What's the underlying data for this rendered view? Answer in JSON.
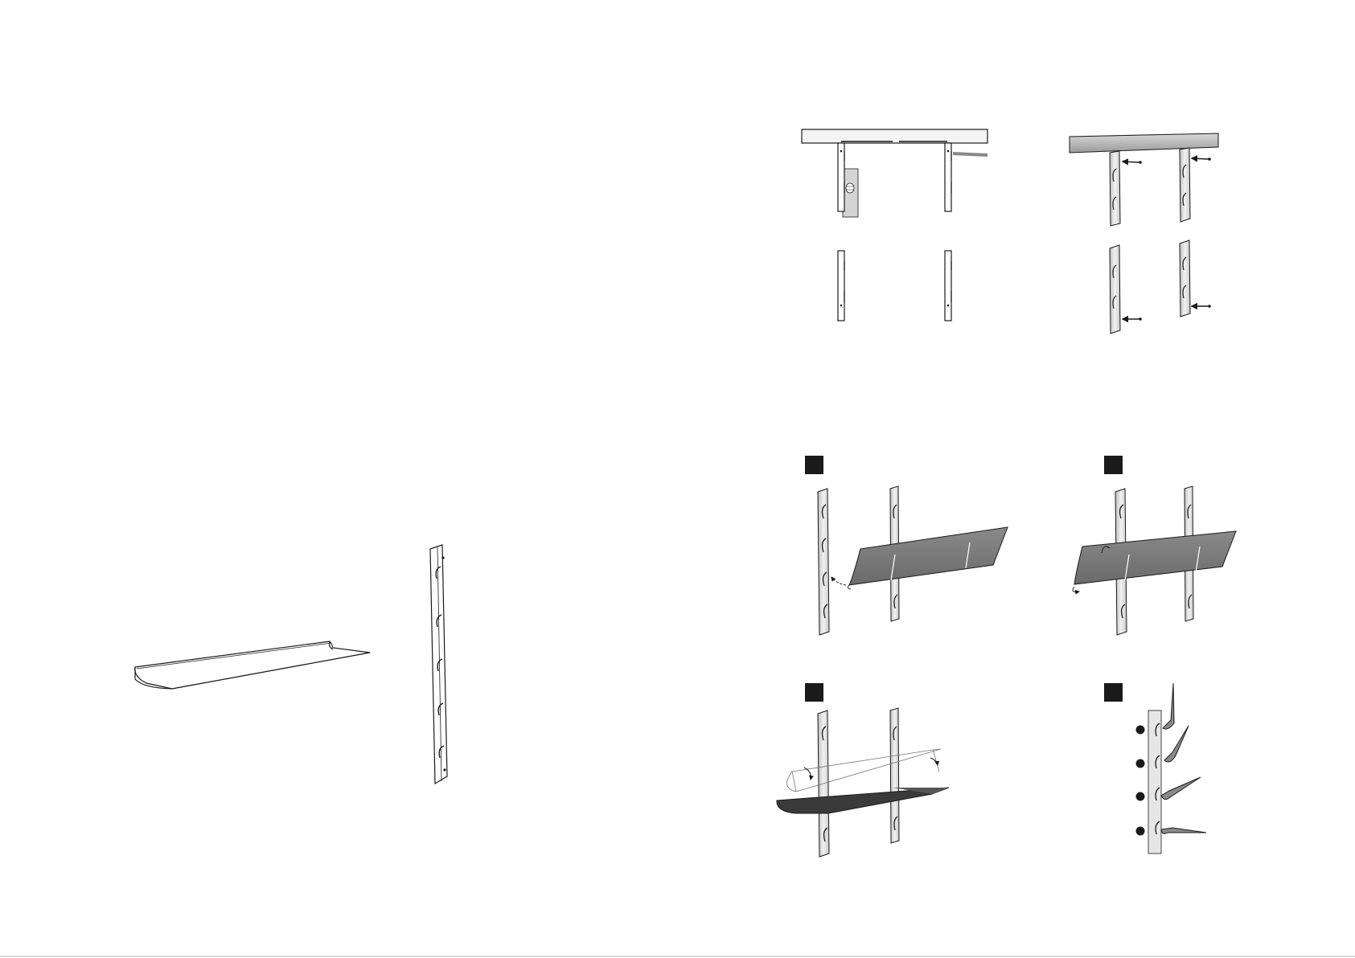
{
  "document": {
    "type": "assembly instruction sheet",
    "colors": {
      "line": "#1a1a1a",
      "shelf_fill": "#7a7a7a",
      "shelf_dark": "#3a3a3a",
      "rail_fill": "#e6e6e6",
      "marker": "#1a1a1a"
    }
  },
  "parts": {
    "items": [
      {
        "name": "shelf",
        "icon": "shelf-icon"
      },
      {
        "name": "wall-rail",
        "icon": "wall-rail-icon"
      }
    ]
  },
  "steps": {
    "panels": [
      {
        "name": "drill-marking-with-level",
        "icon": "level-icon"
      },
      {
        "name": "screw-rails-to-wall",
        "icon": "screw-icon"
      },
      {
        "name": "hook-shelf-onto-rail",
        "icon": "step-marker-icon"
      },
      {
        "name": "rotate-shelf-into-place",
        "icon": "step-marker-icon"
      },
      {
        "name": "shelf-installed",
        "icon": "step-marker-icon"
      },
      {
        "name": "shelf-angle-positions",
        "icon": "step-marker-icon"
      }
    ]
  }
}
